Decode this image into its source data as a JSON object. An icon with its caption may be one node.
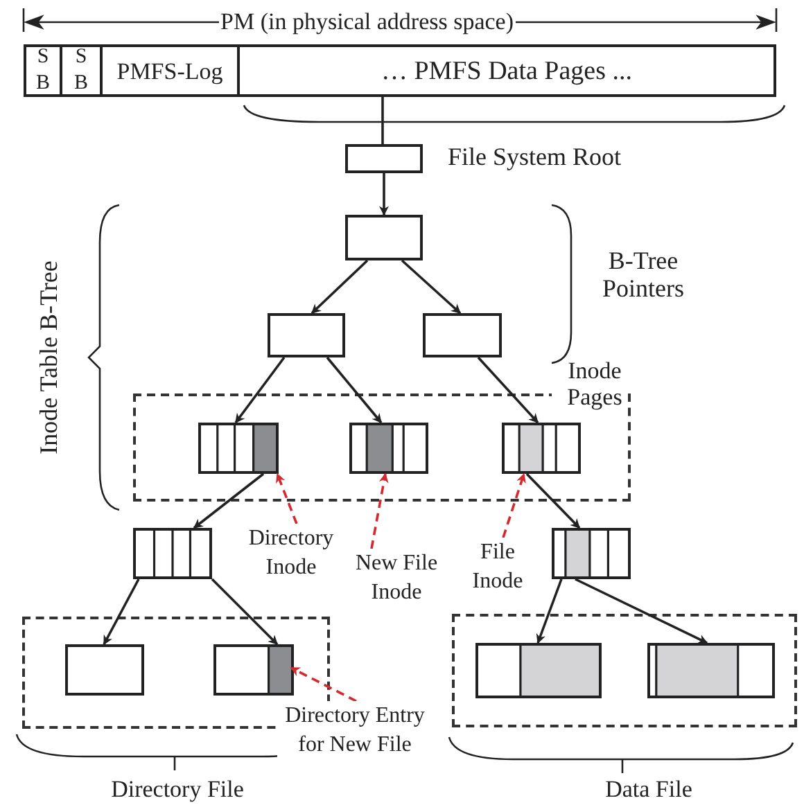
{
  "diagram": {
    "nodes": [
      {
        "text": [
          "S B"
        ]
      },
      {
        "text": [
          "S B"
        ]
      },
      {
        "text": [
          "PMFS-Log"
        ]
      },
      {
        "text": [
          "… PMFS Data Pages ..."
        ]
      },
      {
        "text": [],
        "shape": "box",
        "beside": [
          "File System Root"
        ]
      },
      {
        "text": [],
        "shape": "box"
      },
      {
        "text": [],
        "shape": "box"
      },
      {
        "text": [],
        "shape": "box"
      },
      {
        "text": [
          "Inode Pages"
        ]
      },
      {
        "text": [],
        "shape": "box",
        "in": 8
      },
      {
        "text": [],
        "shape": "box",
        "in": 8
      },
      {
        "text": [],
        "shape": "box",
        "in": 8
      },
      {
        "text": [
          "Directory Inode"
        ]
      },
      {
        "text": [
          "New File Inode"
        ]
      },
      {
        "text": [
          "File Inode"
        ]
      },
      {
        "text": [],
        "shape": "box"
      },
      {
        "text": [],
        "shape": "box"
      },
      {
        "text": [
          "Directory File"
        ]
      },
      {
        "text": [],
        "shape": "box",
        "in": 17
      },
      {
        "text": [],
        "shape": "box",
        "in": 17
      },
      {
        "text": [
          "Directory Entry for New File"
        ]
      },
      {
        "text": [
          "Data File"
        ]
      },
      {
        "text": [],
        "shape": "box",
        "in": 21
      },
      {
        "text": [],
        "shape": "box",
        "in": 21
      }
    ],
    "edges": [
      {
        "from": 3,
        "to": 4,
        "arrow": "none"
      },
      {
        "from": 4,
        "to": 5,
        "arrow": "to"
      },
      {
        "from": 5,
        "to": 6,
        "arrow": "to"
      },
      {
        "from": 5,
        "to": 7,
        "arrow": "to"
      },
      {
        "from": 6,
        "to": 9,
        "arrow": "to"
      },
      {
        "from": 6,
        "to": 10,
        "arrow": "to"
      },
      {
        "from": 7,
        "to": 11,
        "arrow": "to"
      },
      {
        "from": 9,
        "to": 15,
        "arrow": "to"
      },
      {
        "from": 11,
        "to": 16,
        "arrow": "to"
      },
      {
        "from": 15,
        "to": 18,
        "arrow": "to"
      },
      {
        "from": 15,
        "to": 19,
        "arrow": "to"
      },
      {
        "from": 16,
        "to": 22,
        "arrow": "to"
      },
      {
        "from": 16,
        "to": 23,
        "arrow": "to"
      },
      {
        "from": 12,
        "to": 9,
        "arrow": "to",
        "style": "dashed",
        "color": "#d42a2f"
      },
      {
        "from": 13,
        "to": 10,
        "arrow": "to",
        "style": "dashed",
        "color": "#d42a2f"
      },
      {
        "from": 14,
        "to": 11,
        "arrow": "to",
        "style": "dashed",
        "color": "#d42a2f"
      },
      {
        "from": 20,
        "to": 19,
        "arrow": "to",
        "style": "dashed",
        "color": "#d42a2f"
      }
    ],
    "labels": [
      "PM (in physical address space)",
      "B-Tree Pointers",
      "Inode Table B-Tree"
    ]
  }
}
